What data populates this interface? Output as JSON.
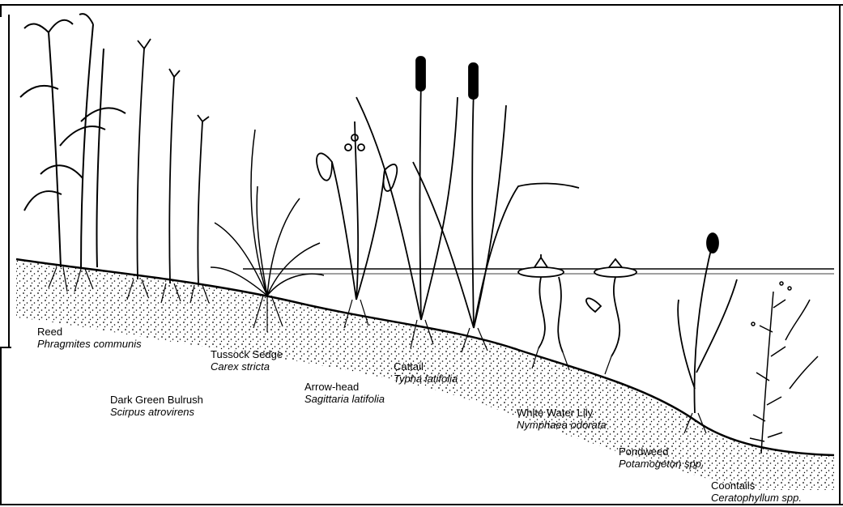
{
  "plants": [
    {
      "id": "reed",
      "common": "Reed",
      "scientific": "Phragmites communis"
    },
    {
      "id": "bulrush",
      "common": "Dark Green Bulrush",
      "scientific": "Scirpus atrovirens"
    },
    {
      "id": "sedge",
      "common": "Tussock Sedge",
      "scientific": "Carex stricta"
    },
    {
      "id": "arrowhead",
      "common": "Arrow-head",
      "scientific": "Sagittaria latifolia"
    },
    {
      "id": "cattail",
      "common": "Cattail",
      "scientific": "Typha latifolia"
    },
    {
      "id": "lily",
      "common": "White Water Lily",
      "scientific": "Nymphaea odorata"
    },
    {
      "id": "pondweed",
      "common": "Pondweed",
      "scientific": "Potamogeton spp."
    },
    {
      "id": "coontails",
      "common": "Coontails",
      "scientific": "Ceratophyllum spp."
    }
  ]
}
